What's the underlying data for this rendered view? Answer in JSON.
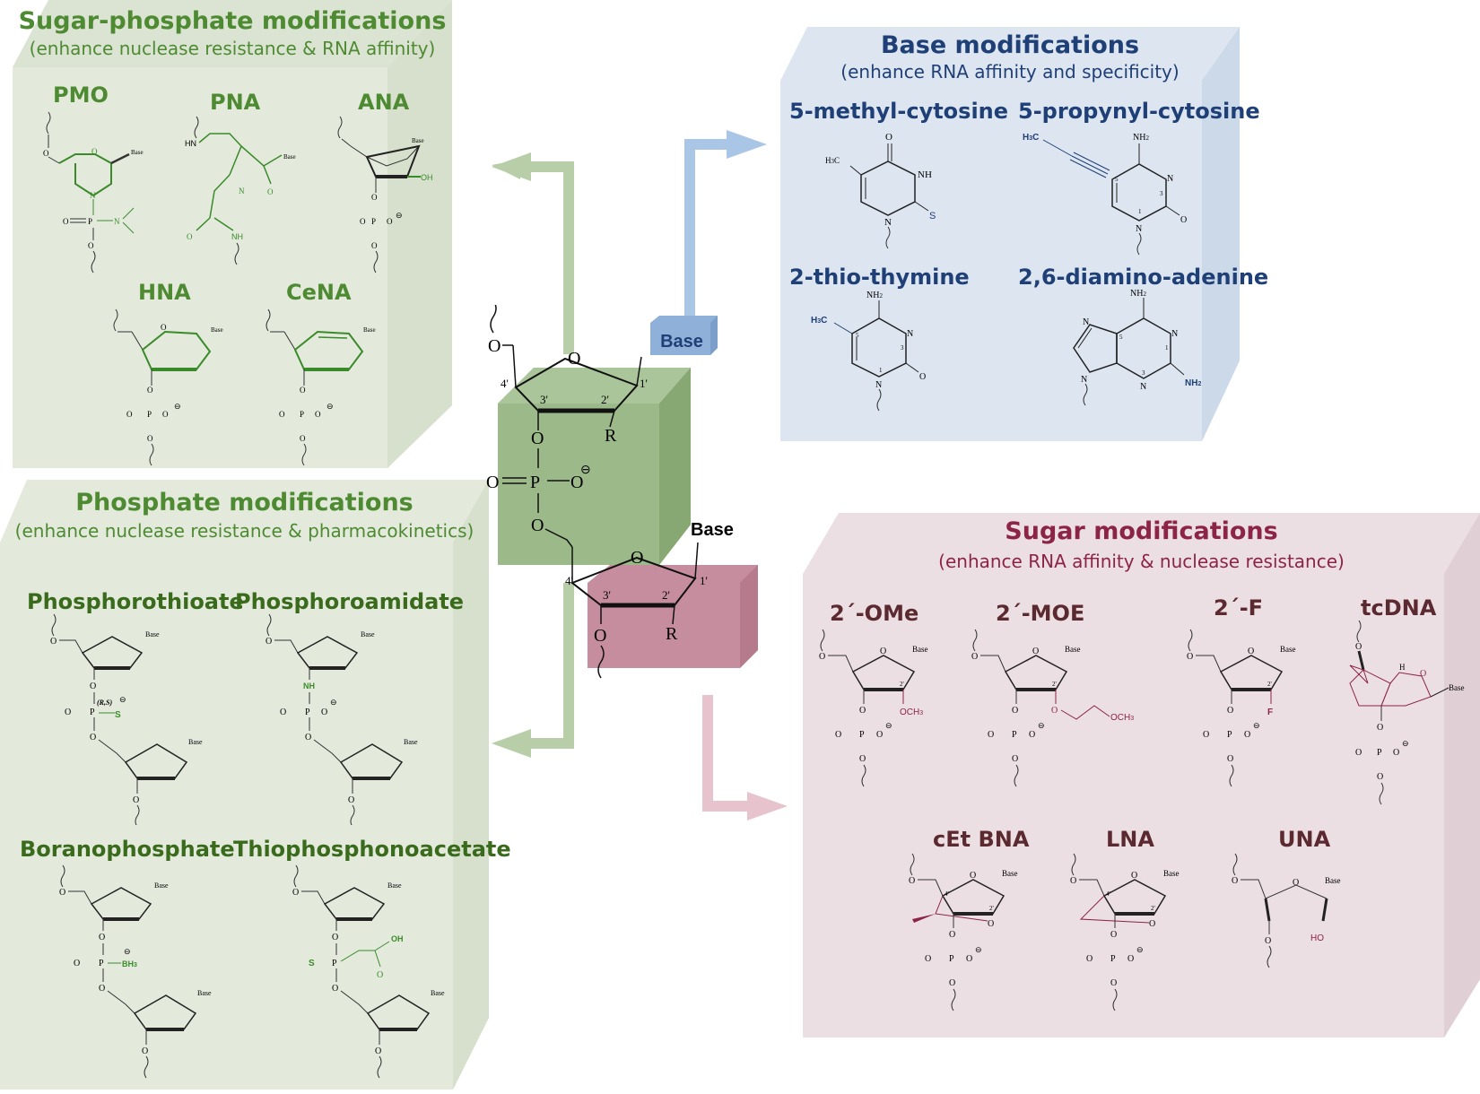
{
  "colors": {
    "green_panel": "#e3eadc",
    "green_text": "#4e8a32",
    "blue_panel": "#dde6f0",
    "blue_text": "#1f3f77",
    "pink_panel": "#ecdfe3",
    "pink_text": "#8b2446",
    "green_cube": "#9cb98a",
    "pink_cube": "#c58d9d",
    "blue_cube": "#8fb1d9"
  },
  "sugar_phosphate": {
    "title": "Sugar-phosphate modifications",
    "subtitle": "(enhance nuclease resistance & RNA affinity)",
    "items": [
      "PMO",
      "PNA",
      "ANA",
      "HNA",
      "CeNA"
    ]
  },
  "base": {
    "title": "Base modifications",
    "subtitle": "(enhance RNA affinity and specificity)",
    "items": [
      "5-methyl-cytosine",
      "5-propynyl-cytosine",
      "2-thio-thymine",
      "2,6-diamino-adenine"
    ]
  },
  "phosphate": {
    "title": "Phosphate modifications",
    "subtitle": "(enhance nuclease resistance & pharmacokinetics)",
    "items": [
      "Phosphorothioate",
      "Phosphoroamidate",
      "Boranophosphate",
      "Thiophosphonoacetate"
    ]
  },
  "sugar": {
    "title": "Sugar modifications",
    "subtitle": "(enhance RNA affinity & nuclease resistance)",
    "items": [
      "2´-OMe",
      "2´-MOE",
      "2´-F",
      "tcDNA",
      "cEt BNA",
      "LNA",
      "UNA"
    ]
  },
  "center": {
    "base_box": "Base",
    "base2": "Base",
    "o_label": "O",
    "r_label": "R",
    "p_label": "P",
    "pos_4": "4'",
    "pos_3": "3'",
    "pos_2": "2'",
    "pos_1": "1'",
    "minus": "⊖"
  },
  "chem": {
    "base": "Base",
    "oh": "OH",
    "ho": "HO",
    "nh": "NH",
    "hn": "HN",
    "n": "N",
    "o": "O",
    "p": "P",
    "s": "S",
    "f": "F",
    "rs": "(R,S)",
    "bh3": "BH3",
    "och3": "OCH3",
    "h3c": "H3C",
    "nh2": "NH2",
    "h": "H"
  }
}
